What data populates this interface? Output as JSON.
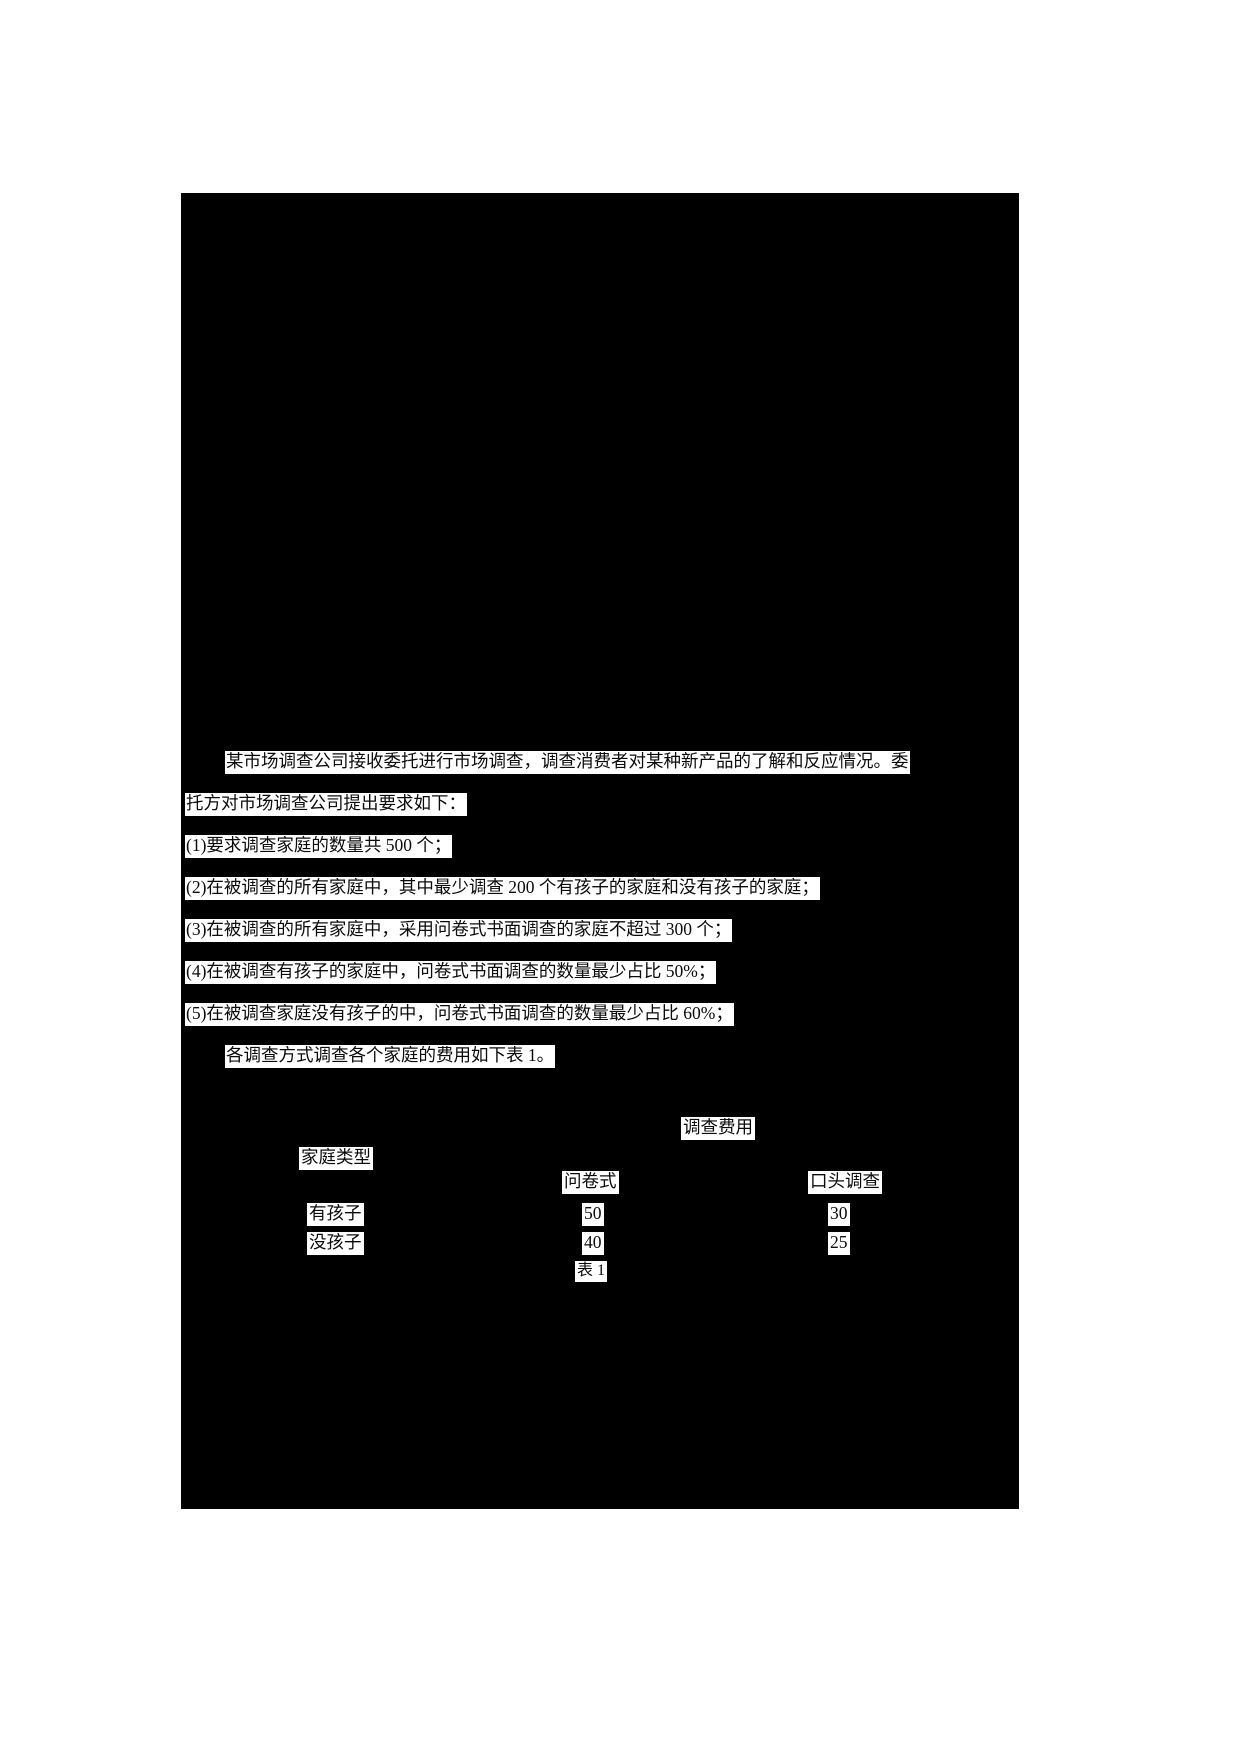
{
  "document": {
    "body": {
      "paragraphs": [
        {
          "id": "intro-line-1",
          "text": "某市场调查公司接收委托进行市场调查，调查消费者对某种新产品的了解和反应情况。委",
          "indent": true
        },
        {
          "id": "intro-line-2",
          "text": "托方对市场调查公司提出要求如下：",
          "indent": false
        },
        {
          "id": "requirement-1",
          "text": "(1)要求调查家庭的数量共 500 个；",
          "indent": false
        },
        {
          "id": "requirement-2",
          "text": "(2)在被调查的所有家庭中，其中最少调查 200 个有孩子的家庭和没有孩子的家庭；",
          "indent": false
        },
        {
          "id": "requirement-3",
          "text": "(3)在被调查的所有家庭中，采用问卷式书面调查的家庭不超过 300 个；",
          "indent": false
        },
        {
          "id": "requirement-4",
          "text": "(4)在被调查有孩子的家庭中，问卷式书面调查的数量最少占比 50%；",
          "indent": false
        },
        {
          "id": "requirement-5",
          "text": "(5)在被调查家庭没有孩子的中，问卷式书面调查的数量最少占比 60%；",
          "indent": false
        },
        {
          "id": "table-lead-in",
          "text": "各调查方式调查各个家庭的费用如下表 1。",
          "indent": true
        }
      ]
    },
    "cost_table": {
      "corner_header": "家庭类型",
      "group_header": "调查费用",
      "column_headers": [
        "问卷式",
        "口头调查"
      ],
      "rows": [
        {
          "label": "有孩子",
          "values": [
            "50",
            "30"
          ]
        },
        {
          "label": "没孩子",
          "values": [
            "40",
            "25"
          ]
        }
      ],
      "caption": "表 1"
    }
  },
  "colors": {
    "page_background": "#ffffff",
    "body_background": "#000000",
    "highlight_background": "#ffffff",
    "highlight_text": "#0b0b0b"
  }
}
